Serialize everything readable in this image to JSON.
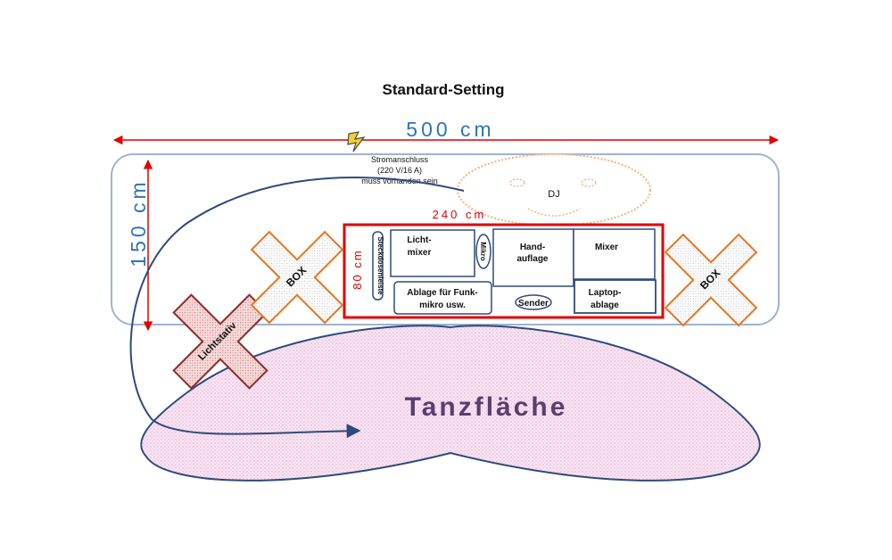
{
  "title": "Standard-Setting",
  "dimensions": {
    "width": "500 cm",
    "depth": "150 cm",
    "table_width": "240 cm",
    "table_depth": "80 cm"
  },
  "power": {
    "line1": "Stromanschluss",
    "line2": "(220 V/16 A)",
    "line3": "muss vorhanden sein"
  },
  "dj_label": "DJ",
  "table": {
    "power_strip": "Steckdosenleiste",
    "light_mixer_line1": "Licht-",
    "light_mixer_line2": "mixer",
    "mic": "Mikro",
    "hand_rest_line1": "Hand-",
    "hand_rest_line2": "auflage",
    "mixer": "Mixer",
    "shelf_line1": "Ablage für Funk-",
    "shelf_line2": "mikro usw.",
    "transmitter": "Sender",
    "laptop_line1": "Laptop-",
    "laptop_line2": "ablage"
  },
  "speaker_left": "BOX",
  "speaker_right": "BOX",
  "light_stand": "Lichtstativ",
  "dance_floor": "Tanzfläche",
  "colors": {
    "dimension_blue": "#2e75b6",
    "arrow_red": "#e00000",
    "stage_border": "#9fb3d1",
    "table_border": "#e00000",
    "box_orange": "#e87722",
    "stand_maroon": "#8b2d2d",
    "floor_fill": "#f3d4ef",
    "floor_stroke": "#2e4a7a",
    "title_purple": "#5a3f6e",
    "face_orange": "#f5b27c"
  }
}
